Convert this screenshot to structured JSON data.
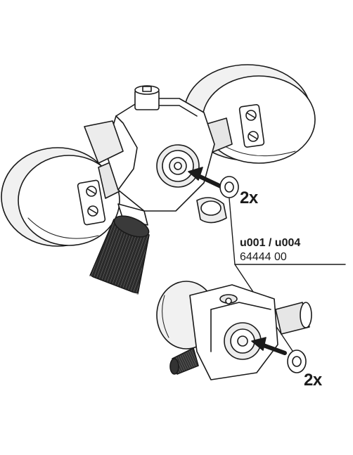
{
  "callouts": {
    "qty_top": "2x",
    "qty_bottom": "2x",
    "model_code": "u001 / u004",
    "part_number": "64444 00"
  },
  "colors": {
    "line": "#1a1a1a",
    "fill": "#ffffff",
    "shade": "#e6e6e6",
    "knob": "#2a2a2a"
  }
}
